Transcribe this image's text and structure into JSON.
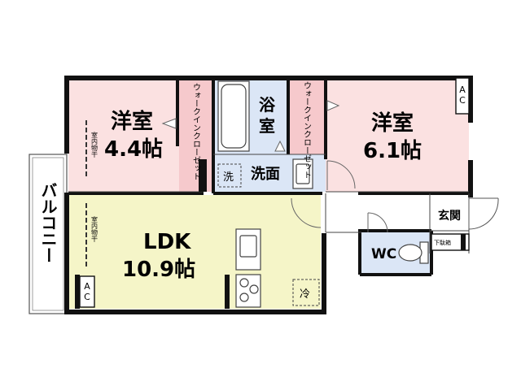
{
  "colors": {
    "bedroom": "#fbe1e1",
    "closet": "#f6c9cc",
    "ldk": "#f5f5c8",
    "wet": "#dbe6f6",
    "wall": "#111111"
  },
  "rooms": {
    "western_left": {
      "name": "洋室",
      "size": "4.4帖"
    },
    "western_right": {
      "name": "洋室",
      "size": "6.1帖"
    },
    "ldk": {
      "name": "LDK",
      "size": "10.9帖"
    },
    "bath": {
      "line1": "浴",
      "line2": "室"
    },
    "washroom": "洗面",
    "wc": "WC",
    "entrance": "玄関",
    "balcony": "バルコニー"
  },
  "closets": {
    "walk_in_left": "ウォークインクローゼット",
    "walk_in_right": "ウォークインクローゼット"
  },
  "marks": {
    "ac": "AC",
    "laundry_mark": "洗",
    "fridge_mark": "冷",
    "indoor_dry": "室内物干",
    "shoe_box": "下駄箱"
  },
  "icons": [
    "sink-icon",
    "stove-icon",
    "bathtub-icon",
    "toilet-icon",
    "door-swing-icon"
  ]
}
